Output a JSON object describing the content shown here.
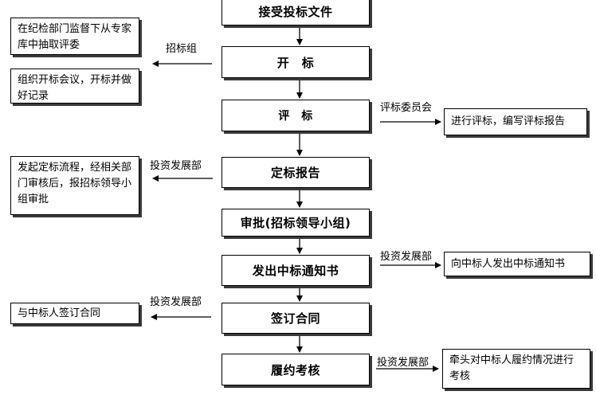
{
  "steps": [
    "接受投标文件",
    "开　标",
    "评　标",
    "定标报告",
    "审批(招标领导小组)",
    "发出中标通知书",
    "签订合同",
    "履约考核"
  ],
  "notes": {
    "n1": "在纪检部门监督下从专家库中抽取评委",
    "n2": "组织开标会议，开标并做好记录",
    "n3": "进行评标，编写评标报告",
    "n4": "发起定标流程，经相关部门审核后，报招标领导小组审批",
    "n5": "向中标人发出中标通知书",
    "n6": "与中标人签订合同",
    "n7": "牵头对中标人履约情况进行考核"
  },
  "labels": {
    "l1": "招标组",
    "l2": "评标委员会",
    "l3": "投资发展部",
    "l4": "投资发展部",
    "l5": "投资发展部",
    "l6": "投资发展部"
  }
}
